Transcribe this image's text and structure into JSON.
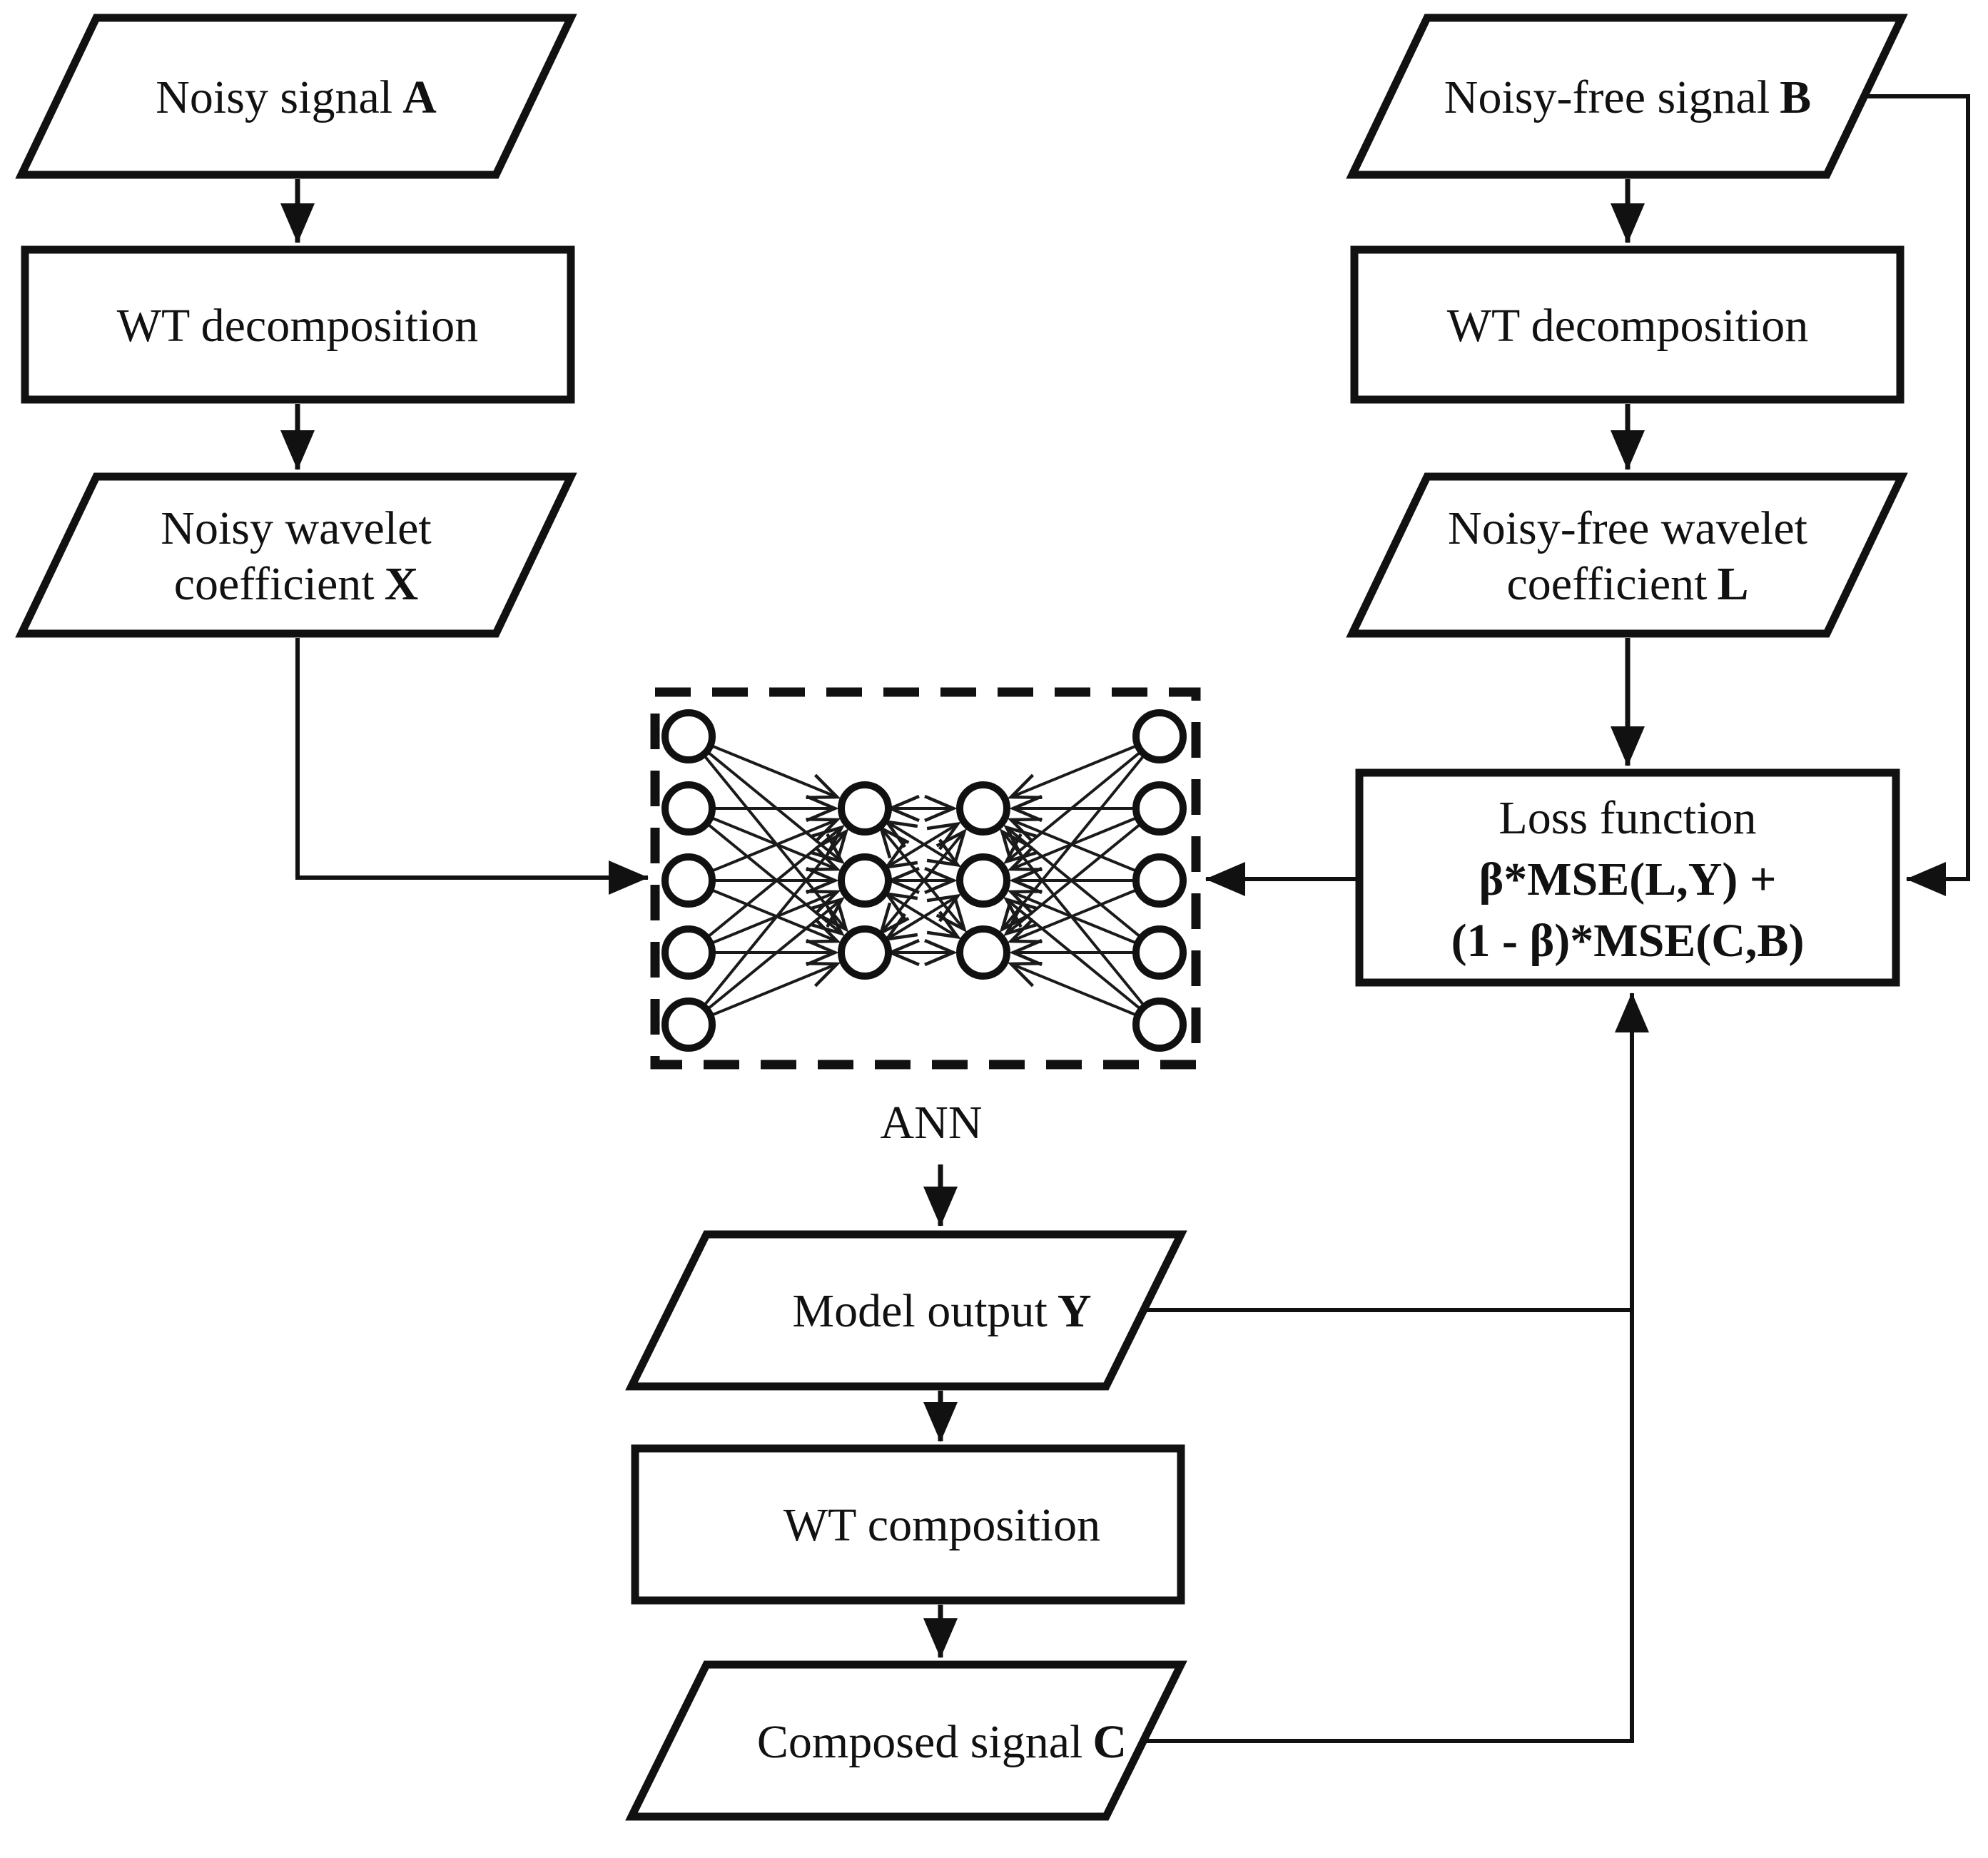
{
  "nodes": {
    "noisy_signal": {
      "label": "Noisy signal",
      "var": "A"
    },
    "wt_decomposition_left": {
      "label": "WT decomposition"
    },
    "noisy_wavelet": {
      "line1": "Noisy wavelet",
      "line2": "coefficient",
      "var": "X"
    },
    "noisy_free_signal": {
      "label": "Noisy-free signal",
      "var": "B"
    },
    "wt_decomposition_right": {
      "label": "WT decomposition"
    },
    "noisy_free_wavelet": {
      "line1": "Noisy-free wavelet",
      "line2": "coefficient",
      "var": "L"
    },
    "ann": {
      "label": "ANN"
    },
    "loss": {
      "line1": "Loss function",
      "line2": "β*MSE(L,Y) +",
      "line3": "(1 - β)*MSE(C,B)"
    },
    "model_output": {
      "label": "Model output",
      "var": "Y"
    },
    "wt_composition": {
      "label": "WT composition"
    },
    "composed_signal": {
      "label": "Composed signal",
      "var": "C"
    }
  },
  "network": {
    "layers": [
      5,
      3,
      3,
      5
    ],
    "description": "feed-forward bowtie autoencoder inside dashed ANN box"
  },
  "colors": {
    "line": "#111111",
    "background": "#ffffff"
  }
}
